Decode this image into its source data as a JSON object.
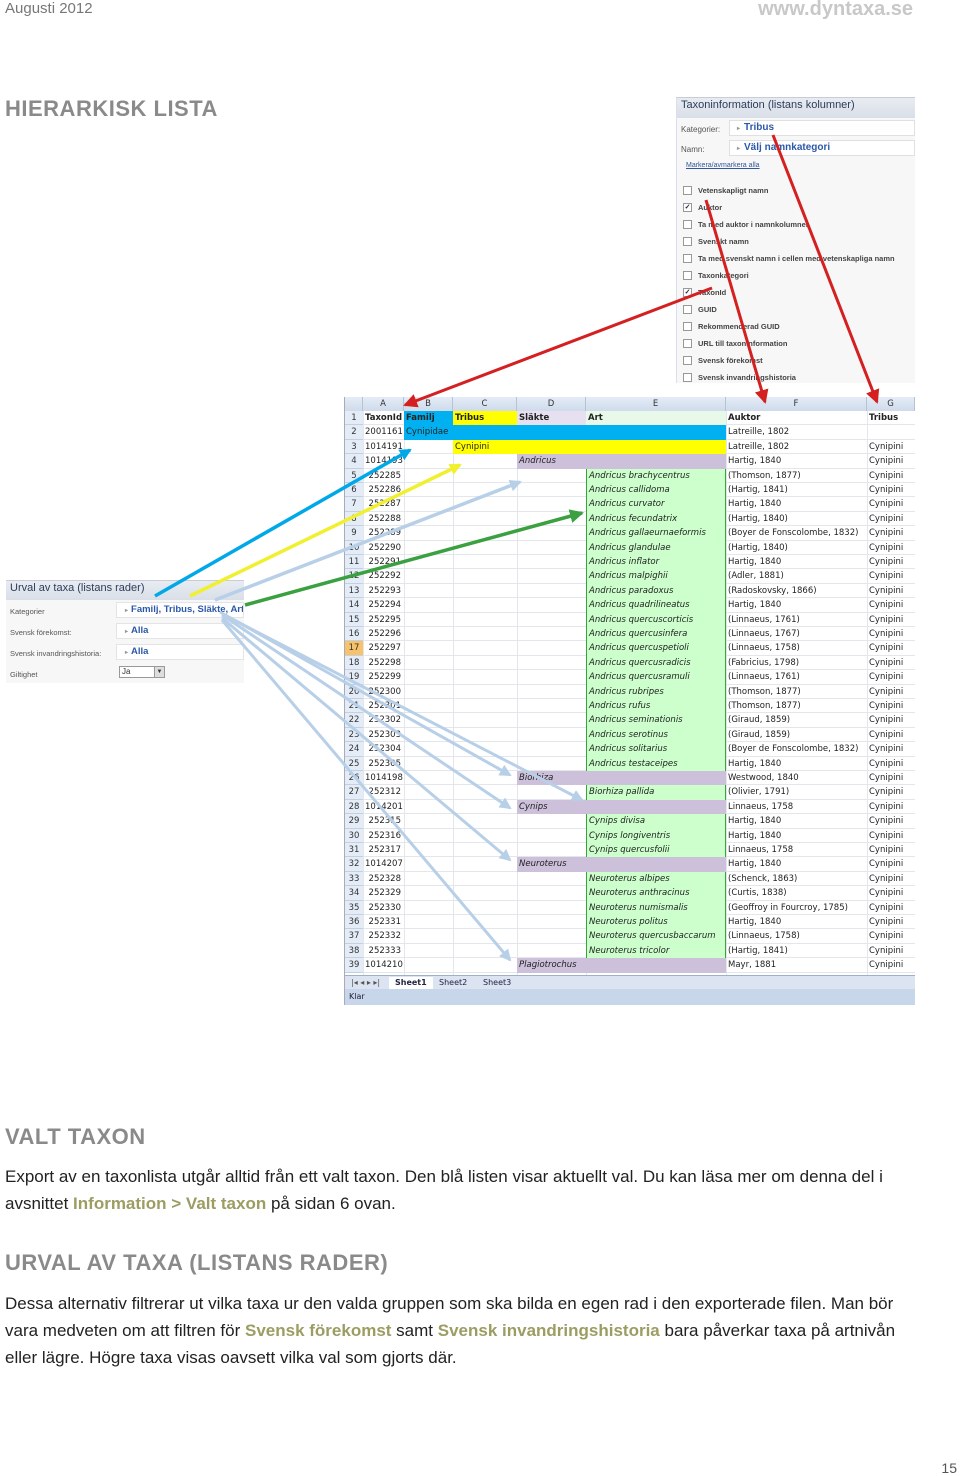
{
  "header": {
    "left": "Augusti 2012",
    "right": "www.dyntaxa.se"
  },
  "heading1": "HIERARKISK LISTA",
  "taxon_panel": {
    "title": "Taxoninformation (listans kolumner)",
    "category_label": "Kategorier:",
    "category_value": "Tribus",
    "names_label": "Namn:",
    "names_value": "Välj namnkategori",
    "mark_link": "Markera/avmarkera alla",
    "checkboxes": [
      {
        "label": "Vetenskapligt namn",
        "checked": false
      },
      {
        "label": "Auktor",
        "checked": true
      },
      {
        "label": "Ta med auktor i namnkolumner",
        "checked": false
      },
      {
        "label": "Svenskt namn",
        "checked": false
      },
      {
        "label": "Ta med svenskt namn i cellen med vetenskapliga namn",
        "checked": false
      },
      {
        "label": "Taxonkategori",
        "checked": false
      },
      {
        "label": "TaxonId",
        "checked": true
      },
      {
        "label": "GUID",
        "checked": false
      },
      {
        "label": "Rekommenderad GUID",
        "checked": false
      },
      {
        "label": "URL till taxoninformation",
        "checked": false
      },
      {
        "label": "Svensk förekomst",
        "checked": false
      },
      {
        "label": "Svensk invandringshistoria",
        "checked": false
      }
    ]
  },
  "urval_panel": {
    "title": "Urval av taxa (listans rader)",
    "rows": [
      {
        "label": "Kategorier",
        "value": "Familj, Tribus, Släkte, Art"
      },
      {
        "label": "Svensk förekomst:",
        "value": "Alla"
      },
      {
        "label": "Svensk invandringshistoria:",
        "value": "Alla"
      }
    ],
    "validity_label": "Giltighet",
    "validity_value": "Ja"
  },
  "sheet": {
    "col_letters": [
      "A",
      "B",
      "C",
      "D",
      "E",
      "F",
      "G"
    ],
    "header_row": [
      "TaxonId",
      "Familj",
      "Tribus",
      "Släkte",
      "Art",
      "Auktor",
      "Tribus"
    ],
    "rows": [
      [
        "2001161",
        "Cynipidae",
        "",
        "",
        "",
        "Latreille, 1802",
        ""
      ],
      [
        "1014191",
        "",
        "Cynipini",
        "",
        "",
        "Latreille, 1802",
        "Cynipini"
      ],
      [
        "1014193",
        "",
        "",
        "Andricus",
        "",
        "Hartig, 1840",
        "Cynipini"
      ],
      [
        "252285",
        "",
        "",
        "",
        "Andricus brachycentrus",
        "(Thomson, 1877)",
        "Cynipini"
      ],
      [
        "252286",
        "",
        "",
        "",
        "Andricus callidoma",
        "(Hartig, 1841)",
        "Cynipini"
      ],
      [
        "252287",
        "",
        "",
        "",
        "Andricus curvator",
        "Hartig, 1840",
        "Cynipini"
      ],
      [
        "252288",
        "",
        "",
        "",
        "Andricus fecundatrix",
        "(Hartig, 1840)",
        "Cynipini"
      ],
      [
        "252289",
        "",
        "",
        "",
        "Andricus gallaeurnaeformis",
        "(Boyer de Fonscolombe, 1832)",
        "Cynipini"
      ],
      [
        "252290",
        "",
        "",
        "",
        "Andricus glandulae",
        "(Hartig, 1840)",
        "Cynipini"
      ],
      [
        "252291",
        "",
        "",
        "",
        "Andricus inflator",
        "Hartig, 1840",
        "Cynipini"
      ],
      [
        "252292",
        "",
        "",
        "",
        "Andricus malpighii",
        "(Adler, 1881)",
        "Cynipini"
      ],
      [
        "252293",
        "",
        "",
        "",
        "Andricus paradoxus",
        "(Radoskovsky, 1866)",
        "Cynipini"
      ],
      [
        "252294",
        "",
        "",
        "",
        "Andricus quadrilineatus",
        "Hartig, 1840",
        "Cynipini"
      ],
      [
        "252295",
        "",
        "",
        "",
        "Andricus quercuscorticis",
        "(Linnaeus, 1761)",
        "Cynipini"
      ],
      [
        "252296",
        "",
        "",
        "",
        "Andricus quercusinfera",
        "(Linnaeus, 1767)",
        "Cynipini"
      ],
      [
        "252297",
        "",
        "",
        "",
        "Andricus quercuspetioli",
        "(Linnaeus, 1758)",
        "Cynipini"
      ],
      [
        "252298",
        "",
        "",
        "",
        "Andricus quercusradicis",
        "(Fabricius, 1798)",
        "Cynipini"
      ],
      [
        "252299",
        "",
        "",
        "",
        "Andricus quercusramuli",
        "(Linnaeus, 1761)",
        "Cynipini"
      ],
      [
        "252300",
        "",
        "",
        "",
        "Andricus rubripes",
        "(Thomson, 1877)",
        "Cynipini"
      ],
      [
        "252301",
        "",
        "",
        "",
        "Andricus rufus",
        "(Thomson, 1877)",
        "Cynipini"
      ],
      [
        "252302",
        "",
        "",
        "",
        "Andricus seminationis",
        "(Giraud, 1859)",
        "Cynipini"
      ],
      [
        "252303",
        "",
        "",
        "",
        "Andricus serotinus",
        "(Giraud, 1859)",
        "Cynipini"
      ],
      [
        "252304",
        "",
        "",
        "",
        "Andricus solitarius",
        "(Boyer de Fonscolombe, 1832)",
        "Cynipini"
      ],
      [
        "252305",
        "",
        "",
        "",
        "Andricus testaceipes",
        "Hartig, 1840",
        "Cynipini"
      ],
      [
        "1014198",
        "",
        "",
        "Biorhiza",
        "",
        "Westwood, 1840",
        "Cynipini"
      ],
      [
        "252312",
        "",
        "",
        "",
        "Biorhiza pallida",
        "(Olivier, 1791)",
        "Cynipini"
      ],
      [
        "1014201",
        "",
        "",
        "Cynips",
        "",
        "Linnaeus, 1758",
        "Cynipini"
      ],
      [
        "252315",
        "",
        "",
        "",
        "Cynips divisa",
        "Hartig, 1840",
        "Cynipini"
      ],
      [
        "252316",
        "",
        "",
        "",
        "Cynips longiventris",
        "Hartig, 1840",
        "Cynipini"
      ],
      [
        "252317",
        "",
        "",
        "",
        "Cynips quercusfolii",
        "Linnaeus, 1758",
        "Cynipini"
      ],
      [
        "1014207",
        "",
        "",
        "Neuroterus",
        "",
        "Hartig, 1840",
        "Cynipini"
      ],
      [
        "252328",
        "",
        "",
        "",
        "Neuroterus albipes",
        "(Schenck, 1863)",
        "Cynipini"
      ],
      [
        "252329",
        "",
        "",
        "",
        "Neuroterus anthracinus",
        "(Curtis, 1838)",
        "Cynipini"
      ],
      [
        "252330",
        "",
        "",
        "",
        "Neuroterus numismalis",
        "(Geoffroy in Fourcroy, 1785)",
        "Cynipini"
      ],
      [
        "252331",
        "",
        "",
        "",
        "Neuroterus politus",
        "Hartig, 1840",
        "Cynipini"
      ],
      [
        "252332",
        "",
        "",
        "",
        "Neuroterus quercusbaccarum",
        "(Linnaeus, 1758)",
        "Cynipini"
      ],
      [
        "252333",
        "",
        "",
        "",
        "Neuroterus tricolor",
        "(Hartig, 1841)",
        "Cynipini"
      ],
      [
        "1014210",
        "",
        "",
        "Plagiotrochus",
        "",
        "Mayr, 1881",
        "Cynipini"
      ]
    ],
    "tabs": [
      "Sheet1",
      "Sheet2",
      "Sheet3"
    ],
    "status": "Klar"
  },
  "section2": {
    "heading": "VALT TAXON",
    "p1": "Export av en taxonlista utgår alltid från ett valt taxon. Den blå listen visar aktuellt val. Du kan läsa mer om denna del i avsnittet ",
    "p1_link": "Information > Valt taxon",
    "p1_end": " på sidan 6 ovan."
  },
  "section3": {
    "heading": "URVAL AV TAXA (LISTANS RADER)",
    "p1": "Dessa alternativ filtrerar ut vilka taxa ur den valda gruppen som ska bilda en egen rad i den exporterade filen. Man bör vara medveten om att filtren för ",
    "hl1": "Svensk förekomst",
    "mid": " samt ",
    "hl2": "Svensk invandringshistoria",
    "p1_end": " bara påverkar taxa på artnivån eller lägre. Högre taxa visas oavsett vilka val som gjorts där."
  },
  "page_number": "15",
  "colors": {
    "family_blue": "#00b0f0",
    "tribus_yellow": "#ffff00",
    "genus_lavender": "#ccc0da",
    "species_green": "#ccffcc",
    "arrow_red": "#d42020",
    "arrow_green": "#3aa040"
  }
}
